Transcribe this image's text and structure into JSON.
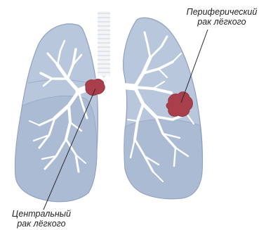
{
  "labels": {
    "peripheral": {
      "line1": "Периферический",
      "line2": "рак лёгкого"
    },
    "central": {
      "line1": "Центральный",
      "line2": "рак лёгкого"
    }
  },
  "colors": {
    "lung_fill": "#b9c7dd",
    "lung_lobe_fill": "#a9b9d3",
    "lung_outline": "#8fa1bf",
    "airway": "#ffffff",
    "trachea_rings": "#dfe4ea",
    "tumor": "#a93f4a",
    "leader_line": "#2a2a2a",
    "text": "#1f1f1f"
  }
}
